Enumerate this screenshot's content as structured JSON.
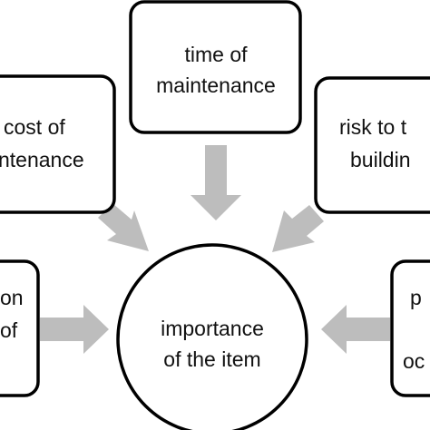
{
  "diagram": {
    "center": {
      "line1": "importance",
      "line2": "of the item"
    },
    "nodes": {
      "top": {
        "line1": "time of",
        "line2": "maintenance"
      },
      "upper_left": {
        "line1": "cost of",
        "line2": "ntenance"
      },
      "upper_right": {
        "line1": "risk to t",
        "line2": "buildin"
      },
      "lower_left": {
        "line1": "on",
        "line2": "of"
      },
      "lower_right": {
        "line1": "p",
        "line2": "oc"
      }
    },
    "colors": {
      "arrow_fill": "#bdbdbd",
      "box_stroke": "#000000",
      "background": "#ffffff"
    }
  }
}
